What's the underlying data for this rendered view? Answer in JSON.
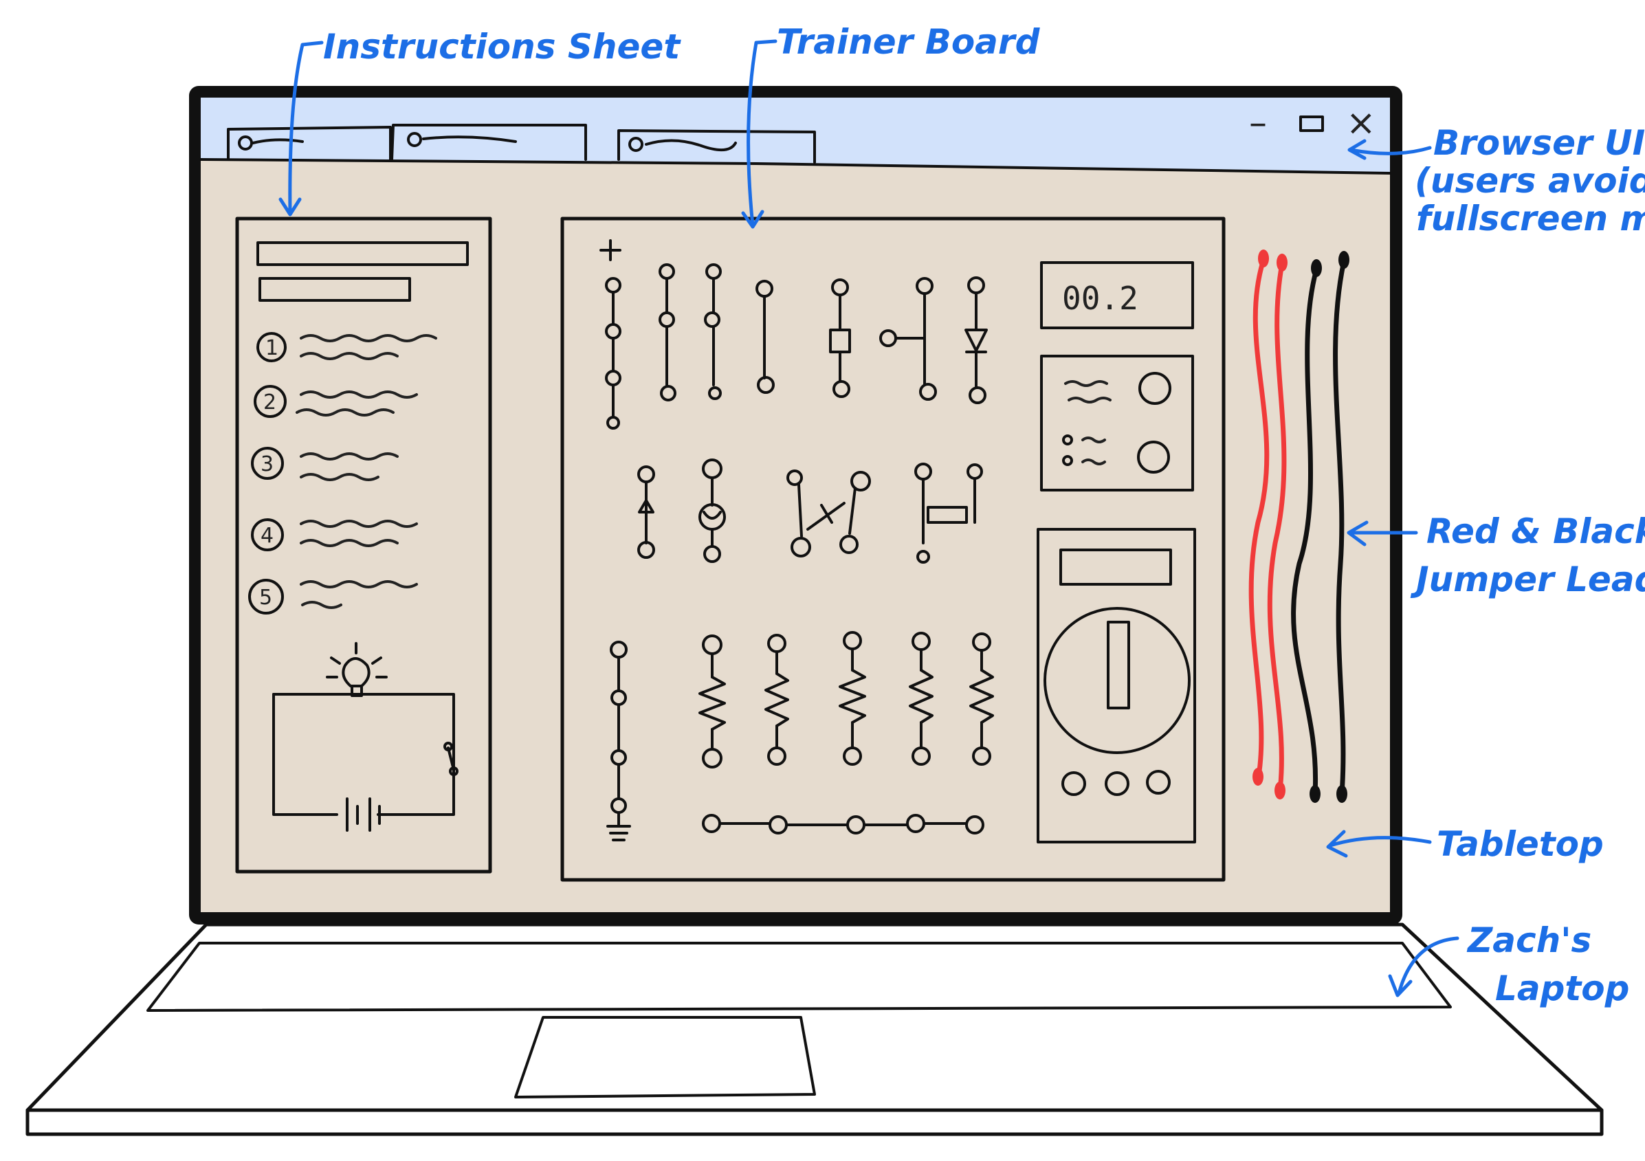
{
  "annotations": {
    "instructions_sheet": "Instructions Sheet",
    "trainer_board": "Trainer Board",
    "browser_ui_line1": "Browser UI",
    "browser_ui_line2": "(users avoid",
    "browser_ui_line3": "fullscreen mode)",
    "jumper_leads_line1": "Red & Black",
    "jumper_leads_line2": "Jumper Leads",
    "tabletop": "Tabletop",
    "laptop_line1": "Zach's",
    "laptop_line2": "Laptop"
  },
  "browser": {
    "controls": {
      "minimize": "–",
      "close": "×"
    }
  },
  "instructions": {
    "steps": [
      "1",
      "2",
      "3",
      "4",
      "5"
    ]
  },
  "trainer": {
    "display_reading": "00.2"
  },
  "colors": {
    "browser_bar": "#d2e2fb",
    "tabletop": "#e6dccf",
    "sheet": "#ffffff",
    "board": "#f8f7f3",
    "laptop_base": "#c8c8c8",
    "keyboard": "#aaaaaa",
    "trackpad": "#e2e2e2",
    "annotation": "#1c6ee6",
    "red_lead": "#f03a3a",
    "black_lead": "#111111",
    "knob": "#aaaaaa"
  },
  "icons": {
    "bulb": "lightbulb-icon",
    "battery": "battery-icon",
    "switch": "switch-icon"
  }
}
